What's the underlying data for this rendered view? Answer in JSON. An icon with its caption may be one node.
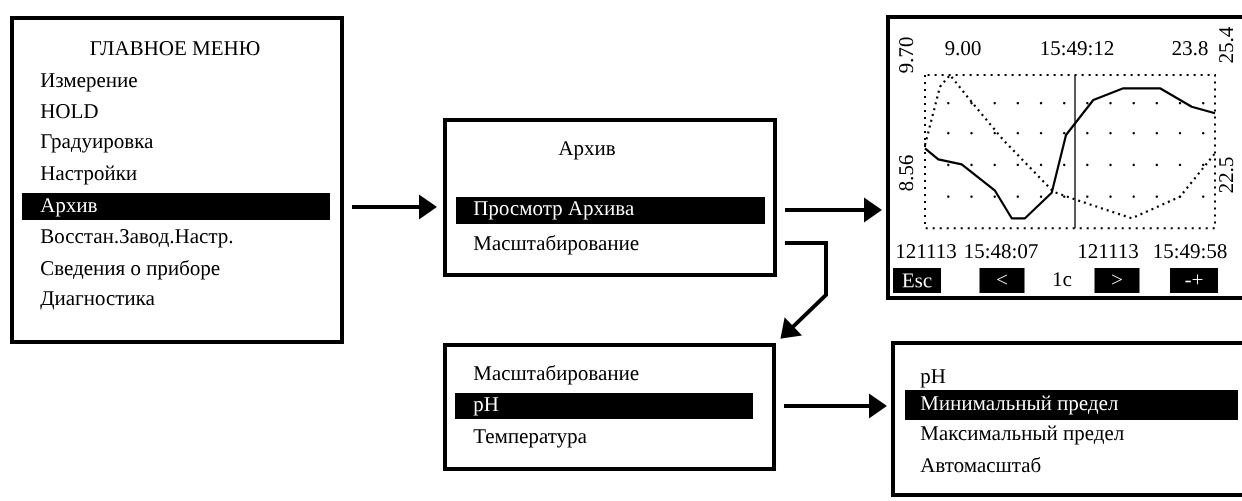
{
  "diagram": {
    "nodes": [
      {
        "text": [
          "ГЛАВНОЕ МЕНЮ",
          "Измерение",
          "HOLD",
          "Градуировка",
          "Настройки",
          "Архив",
          "Восстан.Завод.Настр.",
          "Сведения о приборе",
          "Диагностика"
        ]
      },
      {
        "text": [
          "Архив",
          "Просмотр Архива",
          "Масштабирование"
        ]
      },
      {
        "text": [
          "9.70",
          "9.00",
          "15:49:12",
          "23.8",
          "25.4",
          "8.56",
          "22.5",
          "121113",
          "15:48:07",
          "121113",
          "15:49:58",
          "1с"
        ]
      },
      {
        "text": [
          "Esc"
        ],
        "in": 2
      },
      {
        "text": [
          "<"
        ],
        "in": 2
      },
      {
        "text": [
          ">"
        ],
        "in": 2
      },
      {
        "text": [
          "-+"
        ],
        "in": 2
      },
      {
        "text": [
          "Масштабирование",
          "pH",
          "Температура"
        ]
      },
      {
        "text": [
          "pH",
          "Минимальный предел",
          "Максимальный предел",
          "Автомасштаб"
        ]
      }
    ],
    "edges": [
      {
        "from": 0,
        "to": 1,
        "arrow": "to"
      },
      {
        "from": 1,
        "to": 2,
        "arrow": "to"
      },
      {
        "from": 1,
        "to": 7,
        "arrow": "to"
      },
      {
        "from": 7,
        "to": 8,
        "arrow": "to"
      }
    ]
  }
}
